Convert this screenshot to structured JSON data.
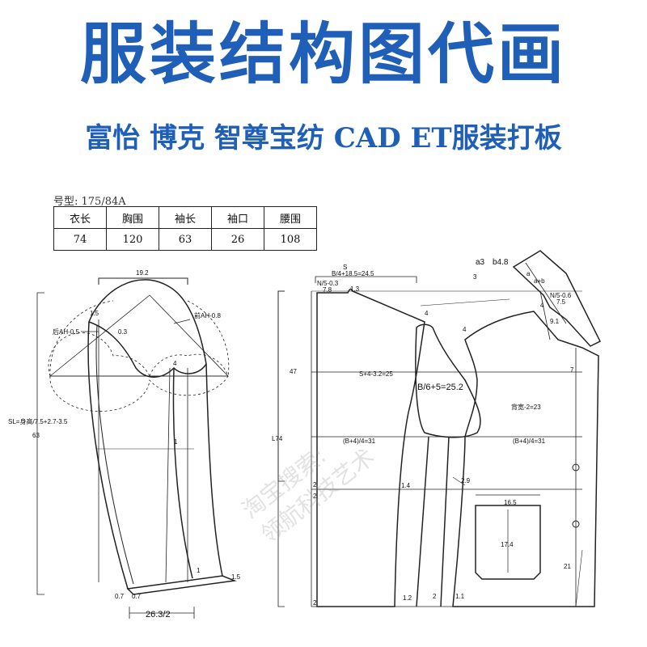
{
  "header": {
    "title": "服装结构图代画",
    "subtitle": "富怡 博克 智尊宝纺 CAD ET服装打板"
  },
  "spec_table": {
    "size_label": "号型: 175/84A",
    "headers": [
      "衣长",
      "胸围",
      "袖长",
      "袖口",
      "腰围"
    ],
    "values": [
      "74",
      "120",
      "63",
      "26",
      "108"
    ]
  },
  "sleeve": {
    "labels": {
      "top_width": "19.2",
      "front_ah": "前AH-0.8",
      "back_ah": "后AH-0.5",
      "cap_offset_a": "1.5",
      "cap_offset_b": "0.3",
      "mark_4": "4",
      "sl_formula": "SL=身高/7.5+2.7-3.5",
      "sl_value": "63",
      "mark_1": "1",
      "hem_a": "1",
      "hem_b": "1.5",
      "hem_c": "0.7",
      "hem_d": "0.7",
      "cuff": "26.3/2"
    }
  },
  "body": {
    "labels": {
      "s": "S",
      "shoulder": "B/4+18.5=24.5",
      "neck_back": "N/5-0.3",
      "neck_back_val": "7.8",
      "neck_rise": "1.3",
      "a3": "a3",
      "b48": "b4.8",
      "mark_3": "3",
      "mark_4a": "4",
      "mark_4b": "4",
      "depth": "47",
      "armhole_line": "S+4-3.2=25",
      "chest_dart": "B/6+5=25.2",
      "back_width": "背宽-2=23",
      "length": "L74",
      "hip_back": "(B+4)/4=31",
      "hip_front": "(B+4)/4=31",
      "mark_2a": "2",
      "mark_2b": "2",
      "mark_14": "1.4",
      "mark_29": "2.9",
      "pocket_w": "16.5",
      "pocket_h": "17.4",
      "mark_21": "21",
      "mark_12": "1.2",
      "mark_2c": "2",
      "mark_11": "1.1",
      "mark_2d": "2",
      "neck_front": "N/5-0.6",
      "neck_front_val": "7.5",
      "lapel_a": "a+b",
      "lapel_b": "a",
      "lapel_c": "4",
      "lapel_d": "9.1",
      "mark_7": "7"
    }
  },
  "watermark": {
    "line1": "淘宝搜索:",
    "line2": "领航科技艺术"
  }
}
